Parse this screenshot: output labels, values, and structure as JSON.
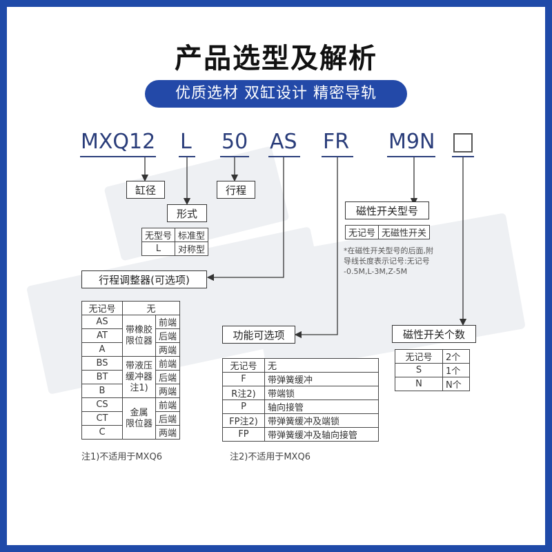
{
  "title": "产品选型及解析",
  "subtitle": "优质选材 双缸设计 精密导轨",
  "code": [
    "MXQ12",
    "L",
    "50",
    "AS",
    "FR",
    "M9N"
  ],
  "labels": {
    "bore": "缸径",
    "stroke": "行程",
    "form": "形式",
    "switch_type": "磁性开关型号",
    "adjuster": "行程调整器(可选项)",
    "function": "功能可选项",
    "switch_count": "磁性开关个数"
  },
  "form_table": [
    [
      "无型号",
      "标准型"
    ],
    [
      "L",
      "对称型"
    ]
  ],
  "switch_type_table": [
    "无记号",
    "无磁性开关"
  ],
  "switch_note": [
    "*在磁性开关型号的后面,附",
    "导线长度表示记号:无记号",
    "-0.5M,L-3M,Z-5M"
  ],
  "adjuster_table": {
    "header": [
      "无记号",
      "无"
    ],
    "groups": [
      {
        "name": "带橡胶\n限位器",
        "rows": [
          [
            "AS",
            "前端"
          ],
          [
            "AT",
            "后端"
          ],
          [
            "A",
            "两端"
          ]
        ]
      },
      {
        "name": "带液压\n缓冲器\n注1)",
        "rows": [
          [
            "BS",
            "前端"
          ],
          [
            "BT",
            "后端"
          ],
          [
            "B",
            "两端"
          ]
        ]
      },
      {
        "name": "金属\n限位器",
        "rows": [
          [
            "CS",
            "前端"
          ],
          [
            "CT",
            "后端"
          ],
          [
            "C",
            "两端"
          ]
        ]
      }
    ]
  },
  "adjuster_note": "注1)不适用于MXQ6",
  "function_table": [
    [
      "无记号",
      "无"
    ],
    [
      "F",
      "带弹簧缓冲"
    ],
    [
      "R注2)",
      "带端锁"
    ],
    [
      "P",
      "轴向接管"
    ],
    [
      "FP注2)",
      "带弹簧缓冲及端锁"
    ],
    [
      "FP",
      "带弹簧缓冲及轴向接管"
    ]
  ],
  "function_note": "注2)不适用于MXQ6",
  "switch_count_table": [
    [
      "无记号",
      "2个"
    ],
    [
      "S",
      "1个"
    ],
    [
      "N",
      "N个"
    ]
  ]
}
